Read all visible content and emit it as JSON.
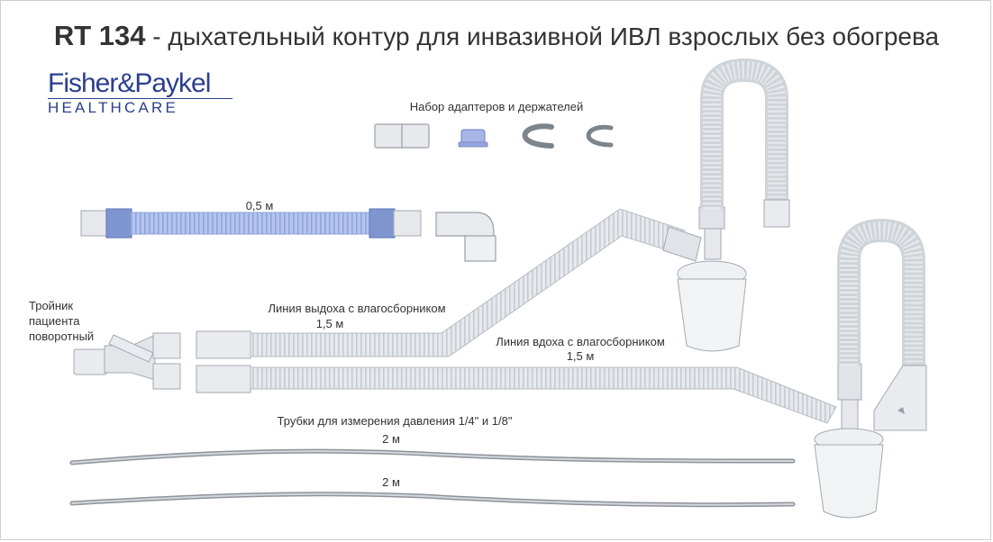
{
  "title": {
    "code": "RT 134",
    "text": " - дыхательный контур для инвазивной ИВЛ взрослых без обогрева"
  },
  "logo": {
    "line1": "Fisher&Paykel",
    "line2": "HEALTHCARE"
  },
  "labels": {
    "adapters": "Набор адаптеров и держателей",
    "short_tube_length": "0,5 м",
    "y_piece_line1": "Тройник",
    "y_piece_line2": "пациента",
    "y_piece_line3": "поворотный",
    "exp_limb": "Линия выдоха с влагосборником",
    "exp_limb_length": "1,5 м",
    "insp_limb": "Линия вдоха с влагосборником",
    "insp_limb_length": "1,5 м",
    "pressure_tubes": "Трубки для измерения давления 1/4\" и 1/8\"",
    "pressure_tube1_length": "2 м",
    "pressure_tube2_length": "2 м"
  },
  "colors": {
    "brand": "#2b3f8e",
    "tube": "#e4e8ec",
    "tube_edge": "#b7bcc2",
    "blue_tube": "#a9bde8",
    "blue_cuff": "#7f95d0"
  }
}
